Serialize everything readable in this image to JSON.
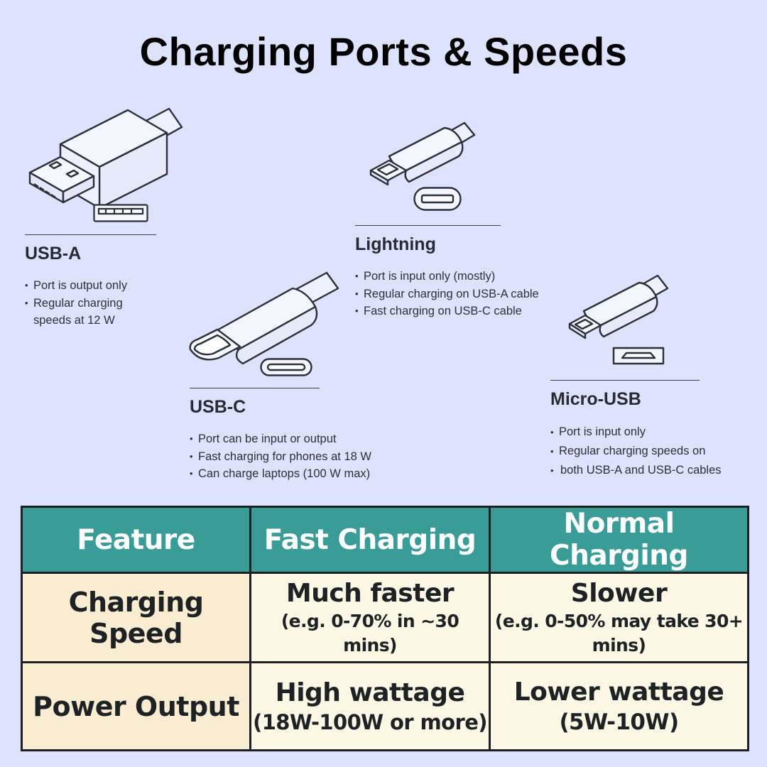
{
  "title": "Charging Ports & Speeds",
  "ports": [
    {
      "name": "USB-A",
      "bullets": [
        "Port is output only",
        "Regular charging speeds at 12 W"
      ]
    },
    {
      "name": "Lightning",
      "bullets": [
        "Port is input only (mostly)",
        "Regular charging on USB-A cable",
        "Fast charging on USB-C cable"
      ]
    },
    {
      "name": "USB-C",
      "bullets": [
        "Port can be input or output",
        "Fast charging for phones at 18 W",
        "Can charge laptops (100 W max)"
      ]
    },
    {
      "name": "Micro-USB",
      "bullets": [
        "Port is input only",
        "Regular charging speeds on",
        "both USB-A and USB-C cables"
      ]
    }
  ],
  "table": {
    "headers": [
      "Feature",
      "Fast Charging",
      "Normal Charging"
    ],
    "rows": [
      {
        "feature": "Charging Speed",
        "fast_main": "Much faster",
        "fast_sub": "(e.g. 0-70% in ~30 mins)",
        "normal_main": "Slower",
        "normal_sub": "(e.g. 0-50% may take 30+ mins)"
      },
      {
        "feature": "Power Output",
        "fast_main": "High wattage",
        "fast_sub": "(18W-100W or more)",
        "normal_main": "Lower wattage",
        "normal_sub": "(5W-10W)"
      }
    ]
  },
  "colors": {
    "background": "#dde3fc",
    "header": "#3a9c96",
    "feature_cell": "#f8ecd2",
    "value_cell": "#fdf8e6",
    "line_art": "#2a2f3a"
  },
  "icons": [
    "usb-a-plug-icon",
    "usb-a-port-icon",
    "lightning-plug-icon",
    "lightning-port-icon",
    "usb-c-plug-icon",
    "usb-c-port-icon",
    "micro-usb-plug-icon",
    "micro-usb-port-icon"
  ]
}
